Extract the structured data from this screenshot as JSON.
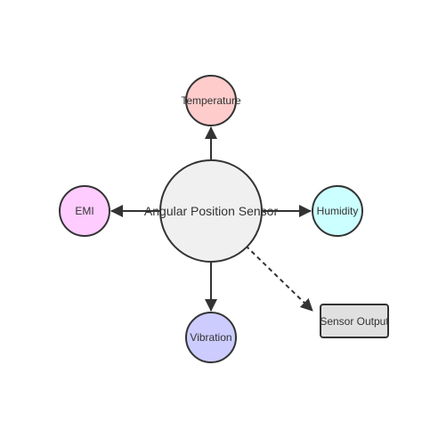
{
  "diagram": {
    "center": {
      "label": "Angular Position Sensor",
      "color": "#f0f0f0"
    },
    "temperature": {
      "label": "Temperature",
      "color": "#ffcccc"
    },
    "humidity": {
      "label": "Humidity",
      "color": "#ccffff"
    },
    "emi": {
      "label": "EMI",
      "color": "#ffccff"
    },
    "vibration": {
      "label": "Vibration",
      "color": "#ccccff"
    },
    "output": {
      "label": "Sensor Output",
      "color": "#e0e0e0"
    },
    "edge_color": "#333333"
  }
}
